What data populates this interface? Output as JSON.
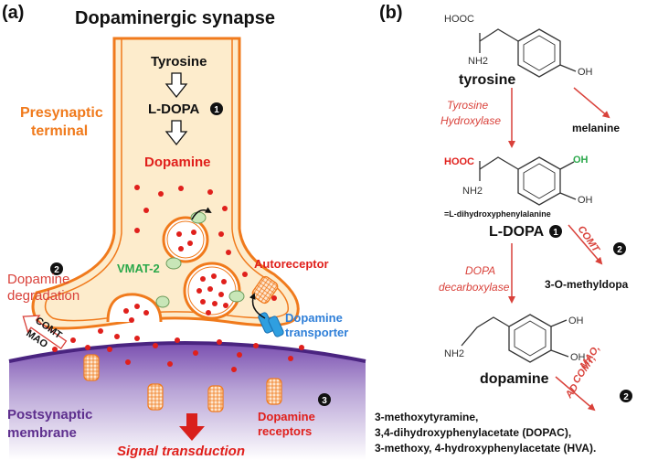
{
  "colors": {
    "orange": "#f07a1c",
    "red": "#e0201c",
    "green": "#2aa84a",
    "blue": "#2f7fd8",
    "purple": "#5e2f8e",
    "dark": "#111111",
    "enzyme": "#d9413a"
  },
  "panel_a": {
    "label": "(a)",
    "title": "Dopaminergic synapse",
    "tyrosine": "Tyrosine",
    "ldopa": "L-DOPA",
    "dopamine": "Dopamine",
    "presynaptic": [
      "Presynaptic",
      "terminal"
    ],
    "vmat": "VMAT-2",
    "autoreceptor": "Autoreceptor",
    "degradation": [
      "Dopamine",
      "degradation"
    ],
    "comt": "COMT",
    "mao": "MAO",
    "transporter": [
      "Dopamine",
      "transporter"
    ],
    "postsynaptic": [
      "Postsynaptic",
      "membrane"
    ],
    "receptors": [
      "Dopamine",
      "receptors"
    ],
    "signal": "Signal transduction",
    "badge1": "1",
    "badge2": "2",
    "badge3": "3"
  },
  "panel_b": {
    "label": "(b)",
    "tyrosine": "tyrosine",
    "enzyme1": [
      "Tyrosine",
      "Hydroxylase"
    ],
    "melanine": "melanine",
    "ldopa_full": "=L-dihydroxyphenylalanine",
    "ldopa": "L-DOPA",
    "comt": "COMT",
    "methyldopa": "3-O-methyldopa",
    "enzyme2": [
      "DOPA",
      "decarboxylase"
    ],
    "dopamine": "dopamine",
    "mao": [
      "MAO,",
      "COMT,",
      "AD"
    ],
    "products": [
      "3-methoxytyramine,",
      "3,4-dihydroxyphenylacetate (DOPAC),",
      "3-methoxy, 4-hydroxyphenylacetate (HVA)."
    ],
    "atoms": {
      "hooc": "HOOC",
      "nh2": "NH2",
      "oh": "OH"
    },
    "badge1": "1",
    "badge2": "2"
  }
}
